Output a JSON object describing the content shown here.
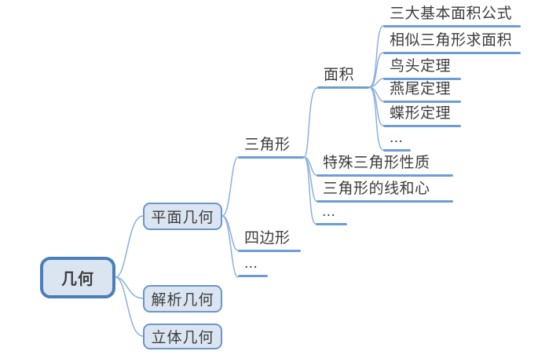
{
  "mindmap": {
    "label": "几何",
    "children": [
      {
        "label": "平面几何",
        "children": [
          {
            "label": "三角形",
            "children": [
              {
                "label": "面积",
                "children": [
                  {
                    "label": "三大基本面积公式"
                  },
                  {
                    "label": "相似三角形求面积"
                  },
                  {
                    "label": "鸟头定理"
                  },
                  {
                    "label": "燕尾定理"
                  },
                  {
                    "label": "蝶形定理"
                  },
                  {
                    "label": "..."
                  }
                ]
              },
              {
                "label": "特殊三角形性质"
              },
              {
                "label": "三角形的线和心"
              },
              {
                "label": "..."
              }
            ]
          },
          {
            "label": "四边形"
          },
          {
            "label": "..."
          }
        ]
      },
      {
        "label": "解析几何"
      },
      {
        "label": "立体几何"
      }
    ]
  },
  "colors": {
    "root_border": "#4a7ebb",
    "child_border": "#6b95cb",
    "node_fill": "#dbe5f1",
    "connector": "#8cb0de",
    "underline": "#6d9dd6",
    "text": "#3d3d3d",
    "background": "#ffffff"
  }
}
